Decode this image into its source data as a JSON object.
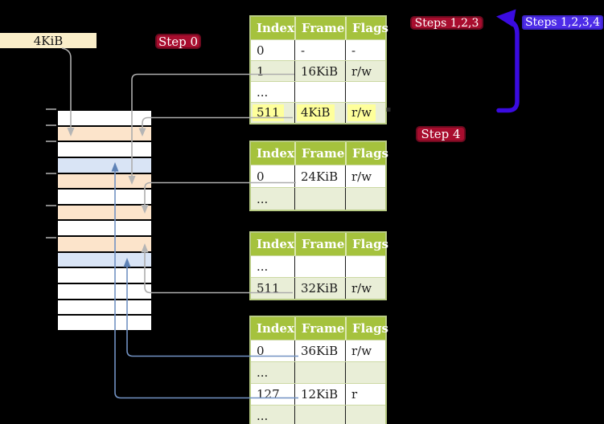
{
  "memory_label": "4KiB",
  "badges": {
    "step0": {
      "label": "Step 0",
      "color": "#a80d2e"
    },
    "steps123": {
      "label": "Steps 1,2,3",
      "color": "#a80d2e"
    },
    "steps1234": {
      "label": "Steps 1,2,3,4",
      "color": "#4d2ce8"
    },
    "step4": {
      "label": "Step 4",
      "color": "#a80d2e"
    }
  },
  "tables": [
    {
      "name": "page-table-1",
      "headers": [
        "Index",
        "Frame",
        "Flags"
      ],
      "rows": [
        {
          "cells": [
            "0",
            "-",
            "-"
          ],
          "highlighted": false
        },
        {
          "cells": [
            "1",
            "16KiB",
            "r/w"
          ],
          "highlighted": false
        },
        {
          "cells": [
            "...",
            "",
            ""
          ],
          "highlighted": false
        },
        {
          "cells": [
            "511",
            "4KiB",
            "r/w"
          ],
          "highlighted": true
        }
      ]
    },
    {
      "name": "page-table-2",
      "headers": [
        "Index",
        "Frame",
        "Flags"
      ],
      "rows": [
        {
          "cells": [
            "0",
            "24KiB",
            "r/w"
          ],
          "highlighted": false
        },
        {
          "cells": [
            "...",
            "",
            ""
          ],
          "highlighted": false
        }
      ]
    },
    {
      "name": "page-table-3",
      "headers": [
        "Index",
        "Frame",
        "Flags"
      ],
      "rows": [
        {
          "cells": [
            "...",
            "",
            ""
          ],
          "highlighted": false
        },
        {
          "cells": [
            "511",
            "32KiB",
            "r/w"
          ],
          "highlighted": false
        }
      ]
    },
    {
      "name": "page-table-4",
      "headers": [
        "Index",
        "Frame",
        "Flags"
      ],
      "rows": [
        {
          "cells": [
            "0",
            "36KiB",
            "r/w"
          ],
          "highlighted": false
        },
        {
          "cells": [
            "...",
            "",
            ""
          ],
          "highlighted": false
        },
        {
          "cells": [
            "127",
            "12KiB",
            "r"
          ],
          "highlighted": false
        },
        {
          "cells": [
            "...",
            "",
            ""
          ],
          "highlighted": false
        }
      ]
    }
  ],
  "memory": {
    "row_fills": [
      "white",
      "wheat",
      "white",
      "blue",
      "wheat",
      "white",
      "wheat",
      "white",
      "wheat",
      "blue",
      "white",
      "white",
      "white",
      "white"
    ]
  },
  "colors": {
    "background": "#000000",
    "table_header_green": "#a5c23d",
    "table_border_olive": "#b9cc85",
    "row_shade": "#e9eed7",
    "frame_wheat": "#fce4cb",
    "frame_blue": "#d9e4f5",
    "label_cream": "#faeec9",
    "badge_crimson": "#a80d2e",
    "badge_blue": "#4d2ce8",
    "loop_arrow_blue": "#3a0be0",
    "pointer_gray": "#adadad",
    "pointer_steel_blue": "#7292c3",
    "highlight_yellow": "#feff9b"
  }
}
